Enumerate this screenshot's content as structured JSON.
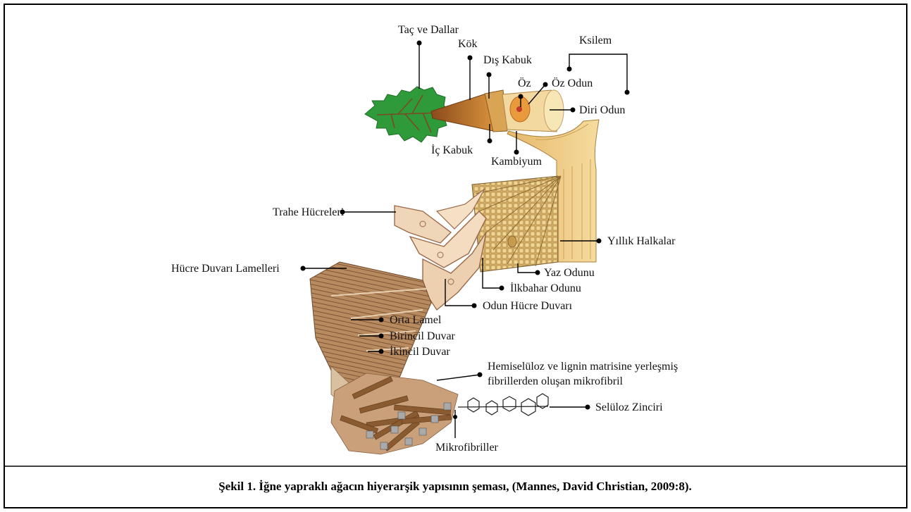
{
  "labels": {
    "tac_ve_dallar": "Taç ve Dallar",
    "kok": "Kök",
    "dis_kabuk": "Dış Kabuk",
    "ksilem": "Ksilem",
    "oz": "Öz",
    "oz_odun": "Öz Odun",
    "diri_odun": "Diri Odun",
    "ic_kabuk": "İç Kabuk",
    "kambiyum": "Kambiyum",
    "trahe_hucreleri": "Trahe Hücreleri",
    "yillik_halkalar": "Yıllık Halkalar",
    "hucre_duvari_lamelleri": "Hücre Duvarı Lamelleri",
    "yaz_odunu": "Yaz Odunu",
    "ilkbahar_odunu": "İlkbahar Odunu",
    "odun_hucre_duvari": "Odun Hücre Duvarı",
    "orta_lamel": "Orta Lamel",
    "birincil_duvar": "Birincil Duvar",
    "ikincil_duvar": "İkincil Duvar",
    "hemiseluloz_line1": "Hemiselüloz ve lignin matrisine yerleşmiş",
    "hemiseluloz_line2": "fibrillerden oluşan mikrofibril",
    "seluloz_zinciri": "Selüloz Zinciri",
    "mikrofibriller": "Mikrofibriller"
  },
  "caption": "Şekil 1. İğne yapraklı ağacın hiyerarşik yapısının şeması, (Mannes, David Christian, 2009:8).",
  "colors": {
    "crown": "#2f9a3a",
    "bark": "#c47a2c",
    "wood": "#ecc77f",
    "heartwood": "#e89a3c",
    "cell_wall": "#f0d6b8",
    "lamellae": "#a97c55",
    "microfibril": "#8a5a30"
  }
}
